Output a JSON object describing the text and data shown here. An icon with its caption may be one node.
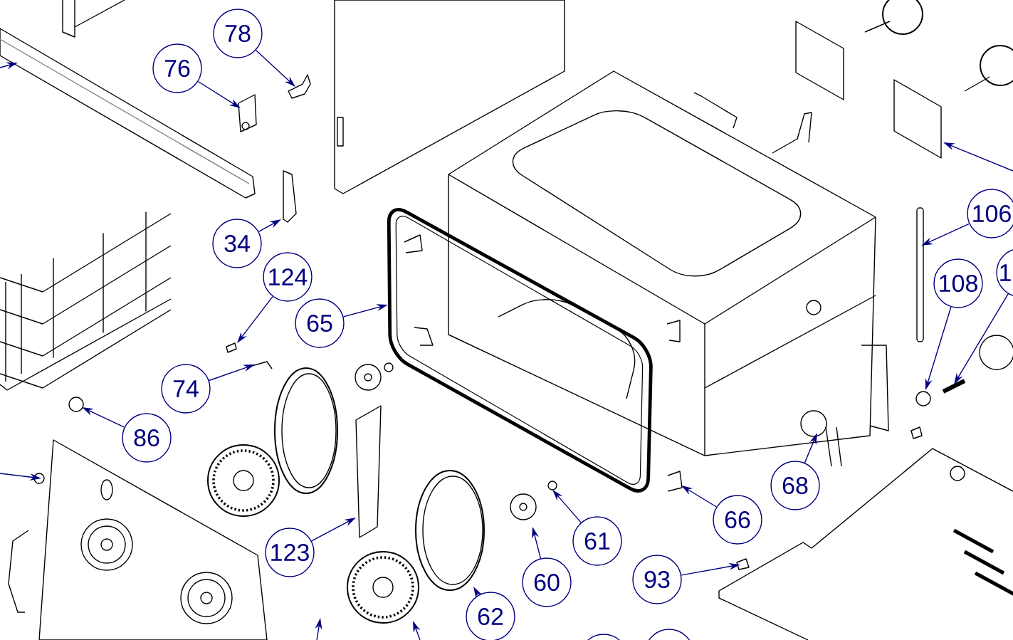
{
  "diagram": {
    "nodes": [
      {
        "text": [
          "78"
        ]
      },
      {
        "text": [
          "76"
        ]
      },
      {
        "text": [
          "34"
        ]
      },
      {
        "text": [
          "124"
        ]
      },
      {
        "text": [
          "65"
        ]
      },
      {
        "text": [
          "106"
        ]
      },
      {
        "text": [
          "108"
        ]
      },
      {
        "text": [
          "1"
        ]
      },
      {
        "text": [
          "74"
        ]
      },
      {
        "text": [
          "86"
        ]
      },
      {
        "text": [
          "68"
        ]
      },
      {
        "text": [
          "66"
        ]
      },
      {
        "text": [
          "61"
        ]
      },
      {
        "text": [
          "123"
        ]
      },
      {
        "text": [
          "60"
        ]
      },
      {
        "text": [
          "93"
        ]
      },
      {
        "text": [
          "62"
        ]
      },
      {
        "text": [],
        "shape": "circle"
      },
      {
        "text": [],
        "shape": "circle"
      }
    ],
    "edges": [
      {
        "from": 0,
        "to": null,
        "arrow": "to"
      },
      {
        "from": 1,
        "to": null,
        "arrow": "to"
      },
      {
        "from": 2,
        "to": null,
        "arrow": "to"
      },
      {
        "from": 3,
        "to": null,
        "arrow": "to"
      },
      {
        "from": 4,
        "to": null,
        "arrow": "to"
      },
      {
        "from": 5,
        "to": null,
        "arrow": "to"
      },
      {
        "from": 6,
        "to": null,
        "arrow": "to"
      },
      {
        "from": 7,
        "to": null,
        "arrow": "to"
      },
      {
        "from": 8,
        "to": null,
        "arrow": "to"
      },
      {
        "from": 9,
        "to": null,
        "arrow": "to"
      },
      {
        "from": 10,
        "to": null,
        "arrow": "to"
      },
      {
        "from": 11,
        "to": null,
        "arrow": "to"
      },
      {
        "from": 12,
        "to": null,
        "arrow": "to"
      },
      {
        "from": 13,
        "to": null,
        "arrow": "to"
      },
      {
        "from": 14,
        "to": null,
        "arrow": "to"
      },
      {
        "from": 15,
        "to": null,
        "arrow": "to"
      },
      {
        "from": 16,
        "to": null,
        "arrow": "to"
      }
    ]
  }
}
